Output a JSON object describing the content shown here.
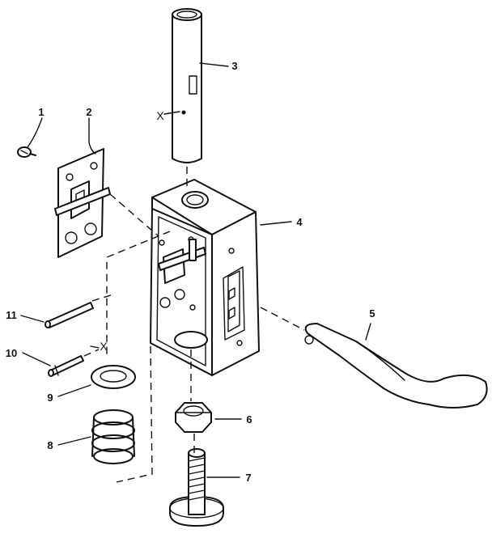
{
  "callouts": {
    "c1": "1",
    "c2": "2",
    "c3": "3",
    "c4": "4",
    "c5": "5",
    "c6": "6",
    "c7": "7",
    "c8": "8",
    "c9": "9",
    "c10": "10",
    "c11": "11"
  },
  "marks": {
    "x_tube": "X",
    "x_pin": "X"
  }
}
